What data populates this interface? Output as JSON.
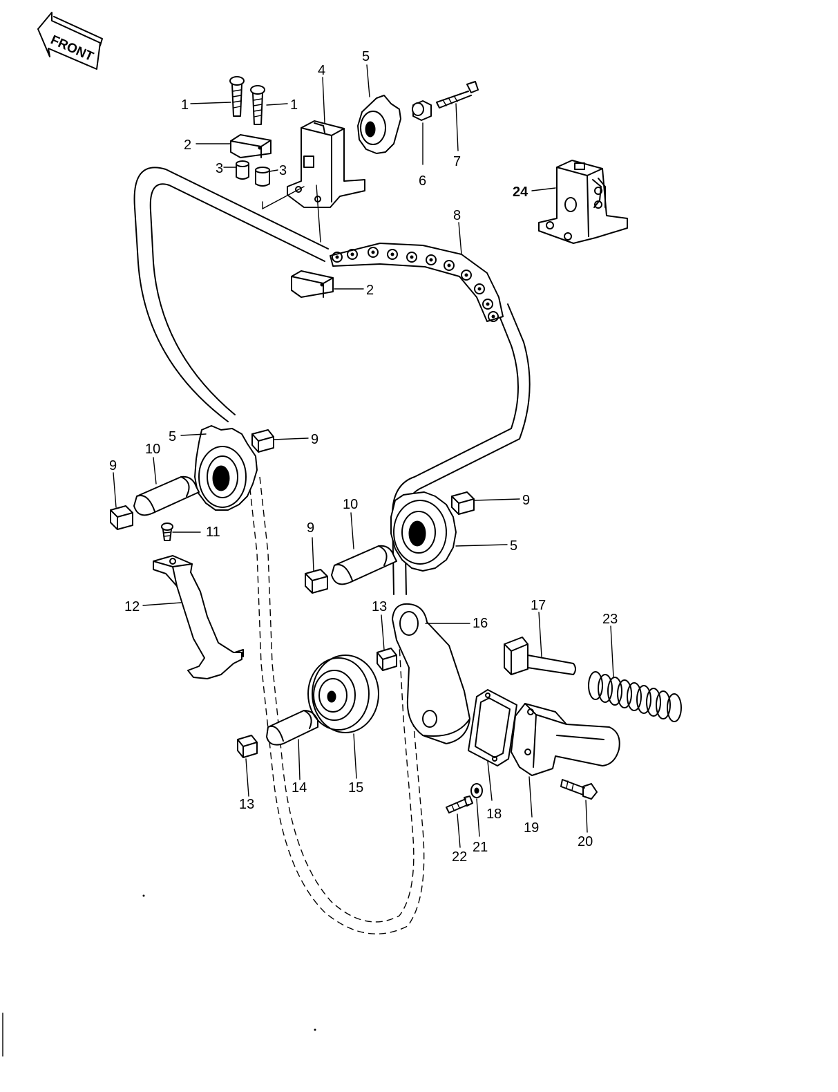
{
  "badge": {
    "text": "FRONT"
  },
  "callouts": {
    "c1a": "1",
    "c1b": "1",
    "c2a": "2",
    "c2b": "2",
    "c3a": "3",
    "c3b": "3",
    "c4": "4",
    "c5a": "5",
    "c5b": "5",
    "c5c": "5",
    "c6": "6",
    "c7": "7",
    "c8": "8",
    "c9a": "9",
    "c9b": "9",
    "c9c": "9",
    "c9d": "9",
    "c10a": "10",
    "c10b": "10",
    "c11": "11",
    "c12": "12",
    "c13a": "13",
    "c13b": "13",
    "c14": "14",
    "c15": "15",
    "c16": "16",
    "c17": "17",
    "c18": "18",
    "c19": "19",
    "c20": "20",
    "c21": "21",
    "c22": "22",
    "c23": "23",
    "c24": "24"
  }
}
